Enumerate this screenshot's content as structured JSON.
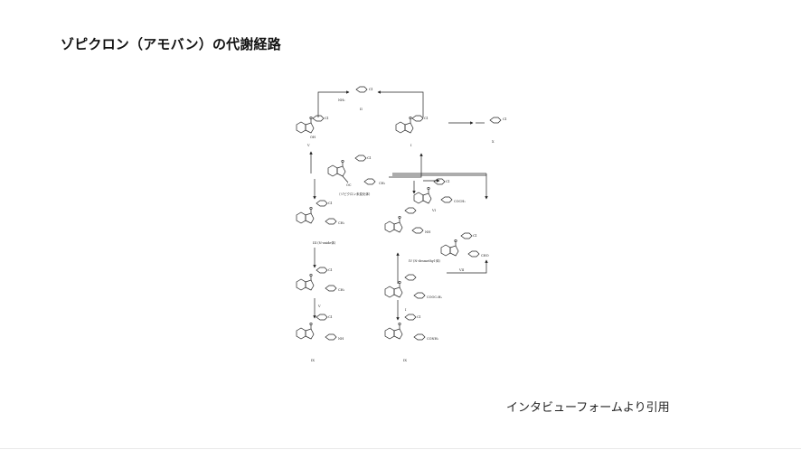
{
  "title": "ゾピクロン（アモバン）の代謝経路",
  "caption": "インタビューフォームより引用",
  "figure": {
    "center_label": "（ゾピクロン未変化体）",
    "labels": {
      "l_II": "II",
      "l_I": "I",
      "l_X": "X",
      "l_V_top": "V",
      "l_III": "III (N-oxide体)",
      "l_IV": "IV (N-desmethyl 体)",
      "l_VI": "VI",
      "l_VII": "VII",
      "l_V": "V",
      "l_IX_left": "IX",
      "l_IX_right": "IX",
      "l_I_right": "I"
    },
    "substituents": {
      "cl": "Cl",
      "nh2": "NH₂",
      "oh": "OH",
      "ch3": "CH₃",
      "cooc2h5": "COOC₂H₅",
      "conh2": "CONH₂",
      "cooch3": "COCH₃",
      "cho": "CHO",
      "nh": "NH",
      "oc": "OC",
      "o": "O"
    }
  }
}
